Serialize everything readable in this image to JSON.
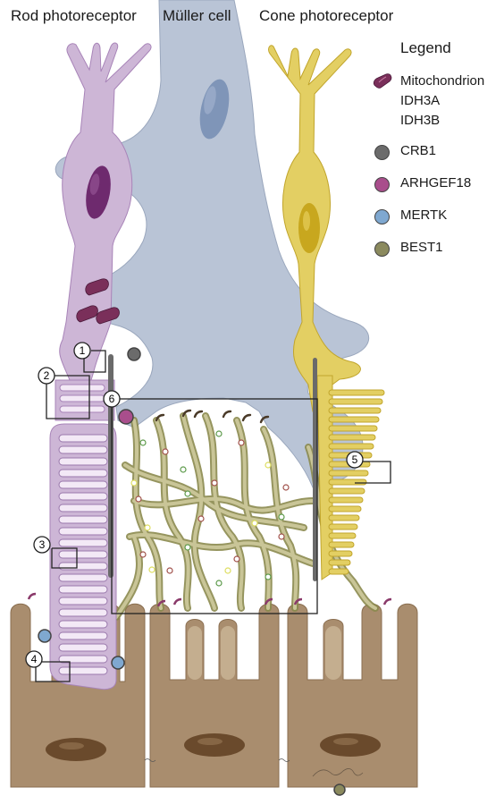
{
  "headers": {
    "rod": "Rod photoreceptor",
    "muller": "Müller cell",
    "cone": "Cone photoreceptor"
  },
  "legend": {
    "title": "Legend",
    "items": [
      {
        "icon": "mitochondrion-icon",
        "lines": [
          "Mitochondrion",
          "IDH3A",
          "IDH3B"
        ],
        "color": "#7a2f5a"
      },
      {
        "icon": "crb1-dot-icon",
        "lines": [
          "CRB1"
        ],
        "color": "#6b6b6b"
      },
      {
        "icon": "arhgef18-dot-icon",
        "lines": [
          "ARHGEF18"
        ],
        "color": "#a94e8c"
      },
      {
        "icon": "mertk-dot-icon",
        "lines": [
          "MERTK"
        ],
        "color": "#7fa8d0"
      },
      {
        "icon": "best1-dot-icon",
        "lines": [
          "BEST1"
        ],
        "color": "#8b8a5e"
      }
    ]
  },
  "callouts": [
    "1",
    "2",
    "3",
    "4",
    "5",
    "6"
  ],
  "colors": {
    "rod": "#cdb6d6",
    "rod_outline": "#a884b8",
    "nucleus_rod": "#6e2a6e",
    "muller": "#b9c4d6",
    "muller_nucleus": "#7f95b8",
    "cone": "#e3cf63",
    "cone_outline": "#c1a52c",
    "rpe": "#a98d6e",
    "rpe_nucleus": "#6a4a2c",
    "microvilli": "#b7ae70"
  }
}
